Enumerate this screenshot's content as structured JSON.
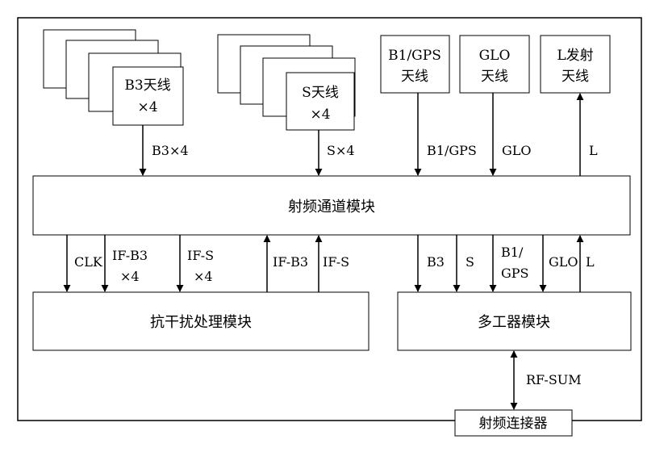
{
  "antennas": {
    "b3": {
      "line1": "B3天线",
      "line2": "×4"
    },
    "s": {
      "line1": "S天线",
      "line2": "×4"
    },
    "b1gps": {
      "line1": "B1/GPS",
      "line2": "天线"
    },
    "glo": {
      "line1": "GLO",
      "line2": "天线"
    },
    "l_tx": {
      "line1": "L发射",
      "line2": "天线"
    }
  },
  "modules": {
    "rf_channel": "射频通道模块",
    "anti_jam": "抗干扰处理模块",
    "multiplexer": "多工器模块",
    "rf_connector": "射频连接器"
  },
  "signals": {
    "top_b3": "B3×4",
    "top_s": "S×4",
    "top_b1gps": "B1/GPS",
    "top_glo": "GLO",
    "top_l": "L",
    "clk": "CLK",
    "if_b3_down_1": "IF-B3",
    "if_b3_down_2": "×4",
    "if_s_down_1": "IF-S",
    "if_s_down_2": "×4",
    "if_b3_up": "IF-B3",
    "if_s_up": "IF-S",
    "mux_b3": "B3",
    "mux_s": "S",
    "mux_b1gps_1": "B1/",
    "mux_b1gps_2": "GPS",
    "mux_glo": "GLO",
    "mux_l": "L",
    "rf_sum": "RF-SUM"
  }
}
